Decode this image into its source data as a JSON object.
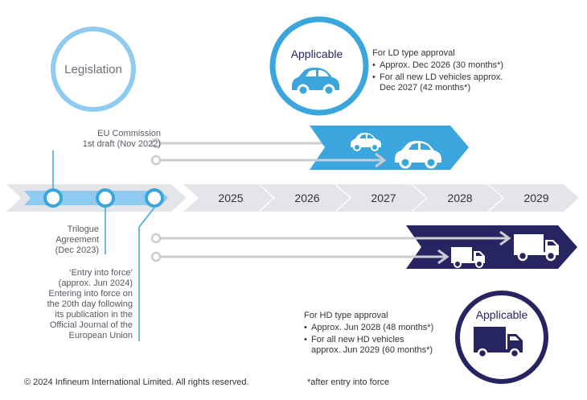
{
  "legislation_label": "Legislation",
  "applicable_label": "Applicable",
  "years": [
    "2025",
    "2026",
    "2027",
    "2028",
    "2029"
  ],
  "milestones": {
    "commission_draft": {
      "line1": "EU Commission",
      "line2": "1st draft (Nov 2022)"
    },
    "trilogue": {
      "line1": "Trilogue",
      "line2": "Agreement",
      "line3": "(Dec 2023)"
    },
    "entry_into_force": {
      "lines": [
        "‘Entry into force’",
        "(approx. Jun 2024)",
        "Entering into force on",
        "the 20th day following",
        "its publication in the",
        "Official Journal of the",
        "European Union"
      ]
    }
  },
  "ld": {
    "heading": "For LD type approval",
    "bullets": [
      {
        "line1": "Approx. Dec 2026 (30 months*)",
        "line2": ""
      },
      {
        "line1": "For all new LD vehicles approx.",
        "line2": "Dec 2027 (42 months*)"
      }
    ]
  },
  "hd": {
    "heading": "For HD type approval",
    "bullets": [
      {
        "line1": "Approx. Jun 2028 (48 months*)",
        "line2": ""
      },
      {
        "line1": "For all new HD vehicles",
        "line2": "approx. Jun 2029 (60 months*)"
      }
    ]
  },
  "footer": {
    "copyright": "© 2024 Infineum International Limited. All rights reserved.",
    "footnote": "*after entry into force"
  },
  "colors": {
    "light_blue": "#3aa6dd",
    "pale_blue": "#8fcaf0",
    "navy": "#262461",
    "gray_arrow": "#e3e5e8",
    "connector": "#c9ccd1",
    "ring_light": "#8fcaf0"
  }
}
